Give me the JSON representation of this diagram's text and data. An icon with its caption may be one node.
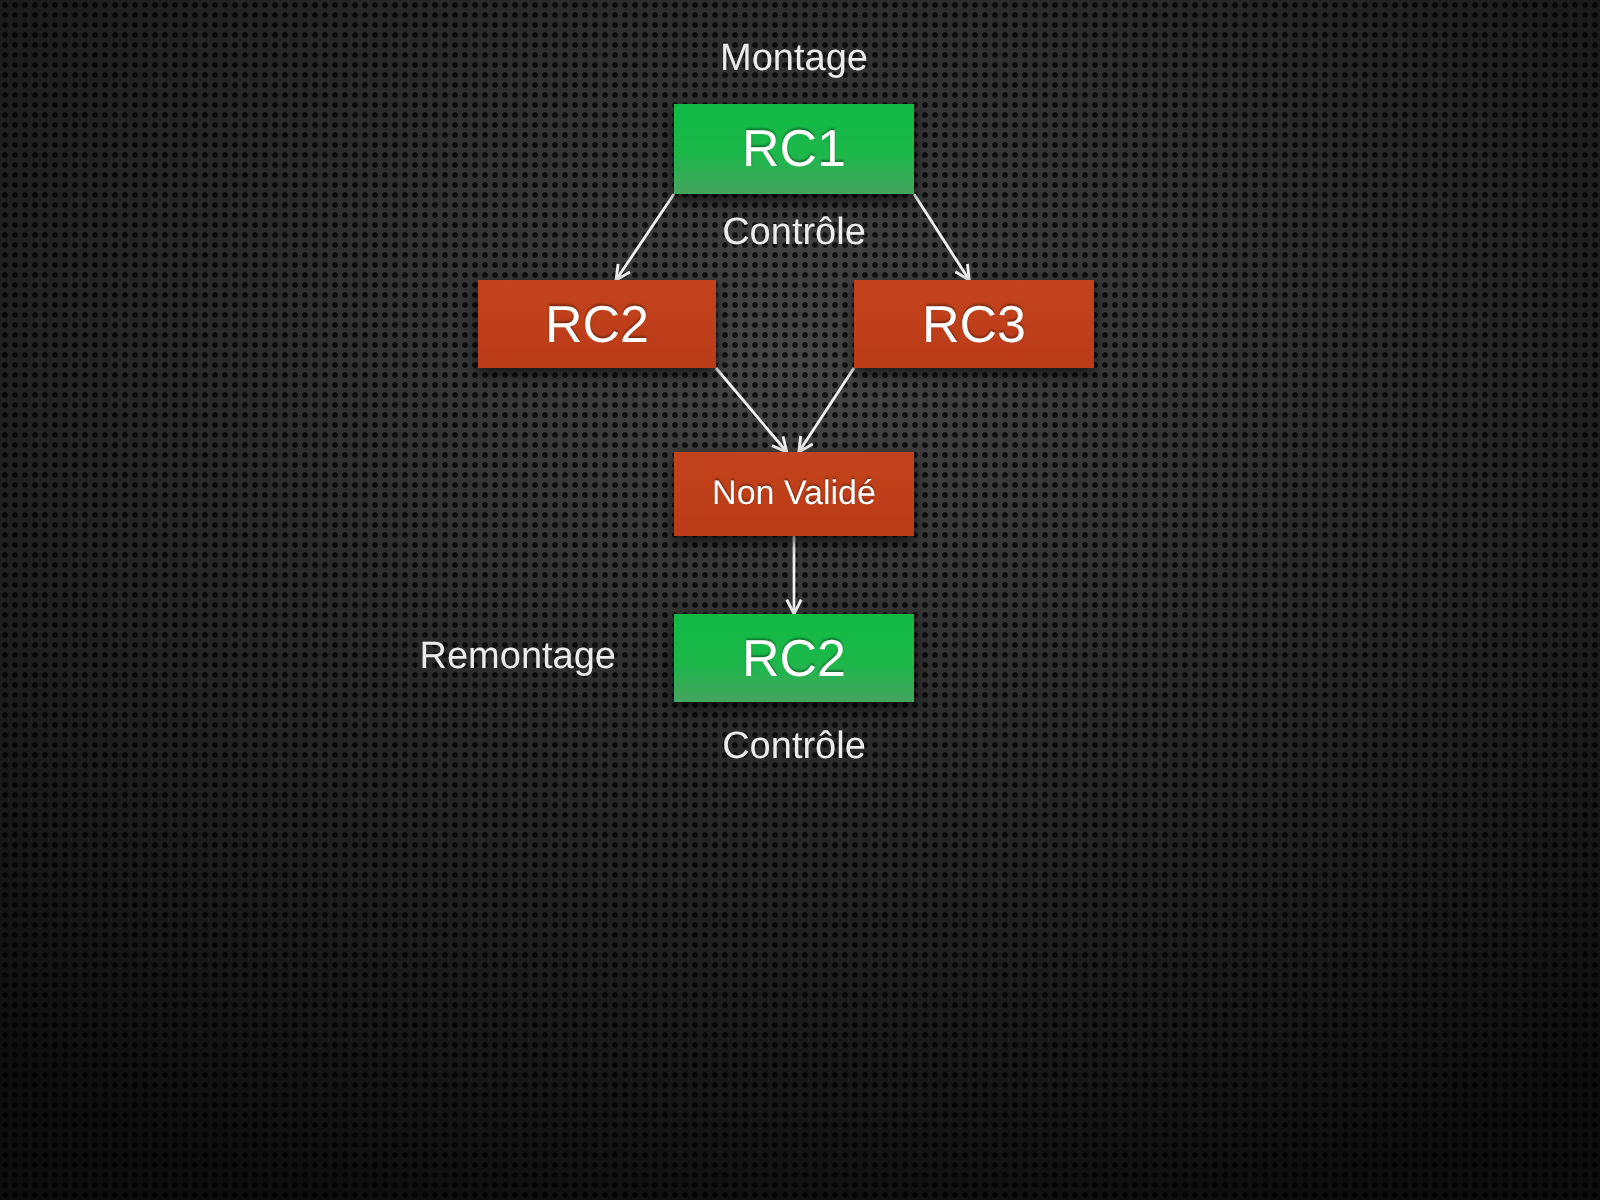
{
  "diagram": {
    "nodes": [
      {
        "text": [
          "RC1"
        ],
        "beside": [
          "Montage",
          "Contrôle"
        ]
      },
      {
        "text": [
          "RC2"
        ]
      },
      {
        "text": [
          "RC3"
        ]
      },
      {
        "text": [
          "Non Validé"
        ]
      },
      {
        "text": [
          "RC2"
        ],
        "beside": [
          "Remontage",
          "Contrôle"
        ]
      }
    ],
    "edges": [
      {
        "from": 0,
        "to": 1,
        "arrow": "to"
      },
      {
        "from": 0,
        "to": 2,
        "arrow": "to"
      },
      {
        "from": 1,
        "to": 3,
        "arrow": "to"
      },
      {
        "from": 2,
        "to": 3,
        "arrow": "to"
      },
      {
        "from": 3,
        "to": 4,
        "arrow": "to"
      }
    ]
  }
}
